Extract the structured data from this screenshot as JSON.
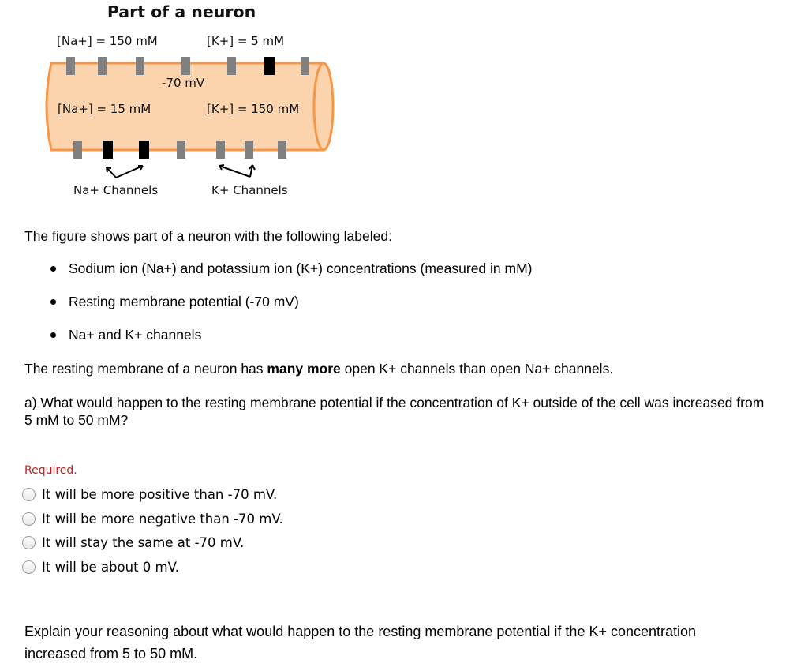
{
  "figure": {
    "title": "Part of a neuron",
    "outside_na": "[Na+] = 150 mM",
    "outside_k": "[K+] = 5 mM",
    "potential": "-70 mV",
    "inside_na": "[Na+] = 15 mM",
    "inside_k": "[K+] = 150 mM",
    "na_channels_label": "Na+ Channels",
    "k_channels_label": "K+ Channels",
    "colors": {
      "cell_fill": "#fbd3ad",
      "cell_stroke": "#f79646",
      "channel_gray": "#808080",
      "channel_black": "#000000"
    }
  },
  "intro": "The figure shows part of a neuron with the following labeled:",
  "bullets": [
    "Sodium ion (Na+) and potassium ion (K+) concentrations (measured in mM)",
    "Resting membrane potential (-70 mV)",
    "Na+ and K+ channels"
  ],
  "resting": {
    "before": "The resting membrane of a neuron has ",
    "emphasis": "many more",
    "after": " open K+ channels than open Na+ channels."
  },
  "question": "a) What would happen to the resting membrane potential if the concentration of K+ outside of the cell was increased from 5 mM to 50 mM?",
  "required_label": "Required.",
  "options": [
    "It will be more positive than -70 mV.",
    "It will be more negative than -70 mV.",
    "It will stay the same at -70 mV.",
    "It will be about 0 mV."
  ],
  "explain": "Explain your reasoning about what would happen to the resting membrane potential if the K+ concentration increased from 5 to 50 mM."
}
